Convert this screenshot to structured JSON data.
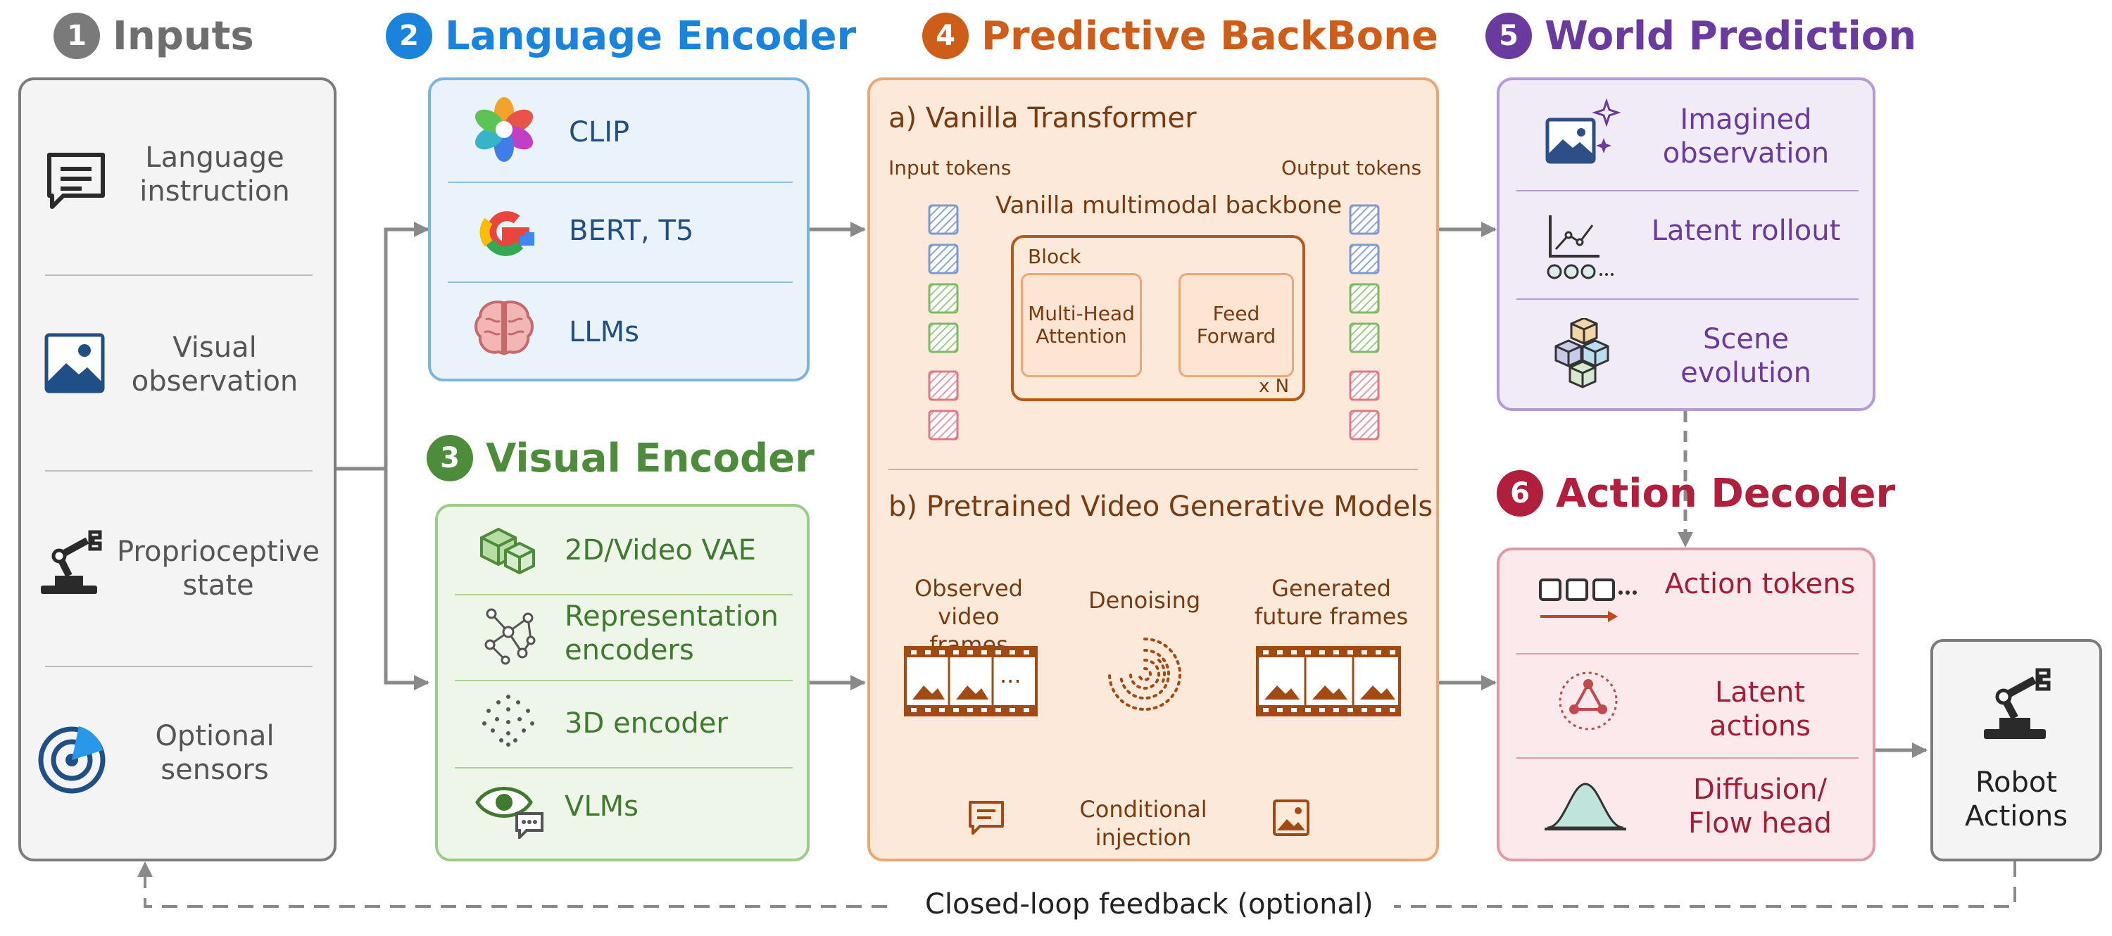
{
  "colors": {
    "inputs": "#6e6e6e",
    "language": "#1a84dc",
    "visual": "#4d8c3a",
    "backbone": "#cf5d1a",
    "world": "#6a3a9e",
    "action": "#b0203c"
  },
  "sections": {
    "inputs": {
      "num": "1",
      "title": "Inputs",
      "items": [
        {
          "label": "Language instruction",
          "icon": "chat-icon"
        },
        {
          "label": "Visual observation",
          "icon": "image-icon"
        },
        {
          "label": "Proprioceptive state",
          "icon": "robot-arm-icon"
        },
        {
          "label": "Optional sensors",
          "icon": "radar-icon"
        }
      ]
    },
    "language": {
      "num": "2",
      "title": "Language Encoder",
      "items": [
        {
          "label": "CLIP",
          "icon": "clip-flower-icon"
        },
        {
          "label": "BERT, T5",
          "icon": "google-g-icon"
        },
        {
          "label": "LLMs",
          "icon": "brain-icon"
        }
      ]
    },
    "visual": {
      "num": "3",
      "title": "Visual Encoder",
      "items": [
        {
          "label": "2D/Video VAE",
          "icon": "cubes-icon"
        },
        {
          "label": "Representation encoders",
          "icon": "network-icon"
        },
        {
          "label": "3D encoder",
          "icon": "point-cloud-icon"
        },
        {
          "label": "VLMs",
          "icon": "eye-chat-icon"
        }
      ]
    },
    "backbone": {
      "num": "4",
      "title": "Predictive BackBone",
      "part_a": {
        "title": "a) Vanilla Transformer",
        "input_tokens": "Input tokens",
        "output_tokens": "Output tokens",
        "backbone_label": "Vanilla multimodal backbone",
        "block": "Block",
        "mha": "Multi-Head Attention",
        "ff": "Feed Forward",
        "repeat": "x N"
      },
      "part_b": {
        "title": "b) Pretrained Video Generative Models",
        "observed": "Observed video frames",
        "denoising": "Denoising",
        "generated": "Generated future frames",
        "conditional": "Conditional injection",
        "ellipsis": "..."
      }
    },
    "world": {
      "num": "5",
      "title": "World Prediction",
      "items": [
        {
          "label": "Imagined observation",
          "icon": "sparkle-image-icon"
        },
        {
          "label": "Latent rollout",
          "icon": "line-chart-icon"
        },
        {
          "label": "Scene evolution",
          "icon": "stacked-cubes-icon"
        }
      ]
    },
    "action": {
      "num": "6",
      "title": "Action Decoder",
      "items": [
        {
          "label": "Action tokens",
          "icon": "token-squares-icon"
        },
        {
          "label": "Latent actions",
          "icon": "cycle-icon"
        },
        {
          "label": "Diffusion/ Flow head",
          "icon": "bell-curve-icon"
        }
      ]
    }
  },
  "robot": {
    "label": "Robot Actions",
    "icon": "robot-arm-icon"
  },
  "feedback": "Closed-loop feedback (optional)"
}
